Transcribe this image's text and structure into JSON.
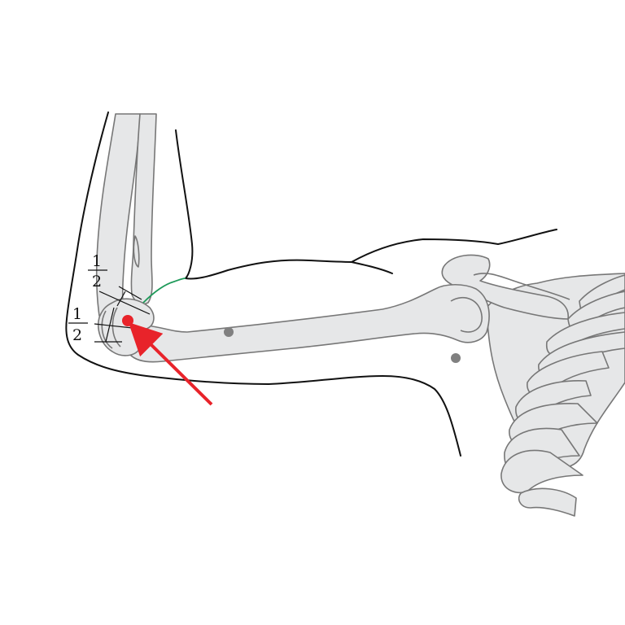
{
  "colors": {
    "background": "#ffffff",
    "bone_fill": "#e6e7e8",
    "bone_stroke": "#777777",
    "skin_outline": "#111111",
    "crease_line": "#1f9a5a",
    "acupoint": "#e8232a",
    "arrow": "#e8232a",
    "reference_point": "#808080",
    "measure_line": "#111111"
  },
  "measurements": {
    "upper": {
      "numerator": "1",
      "denominator": "2"
    },
    "lower": {
      "numerator": "1",
      "denominator": "2"
    }
  },
  "icons": {
    "marker": "red-dot-icon",
    "pointer": "red-arrow-icon"
  }
}
